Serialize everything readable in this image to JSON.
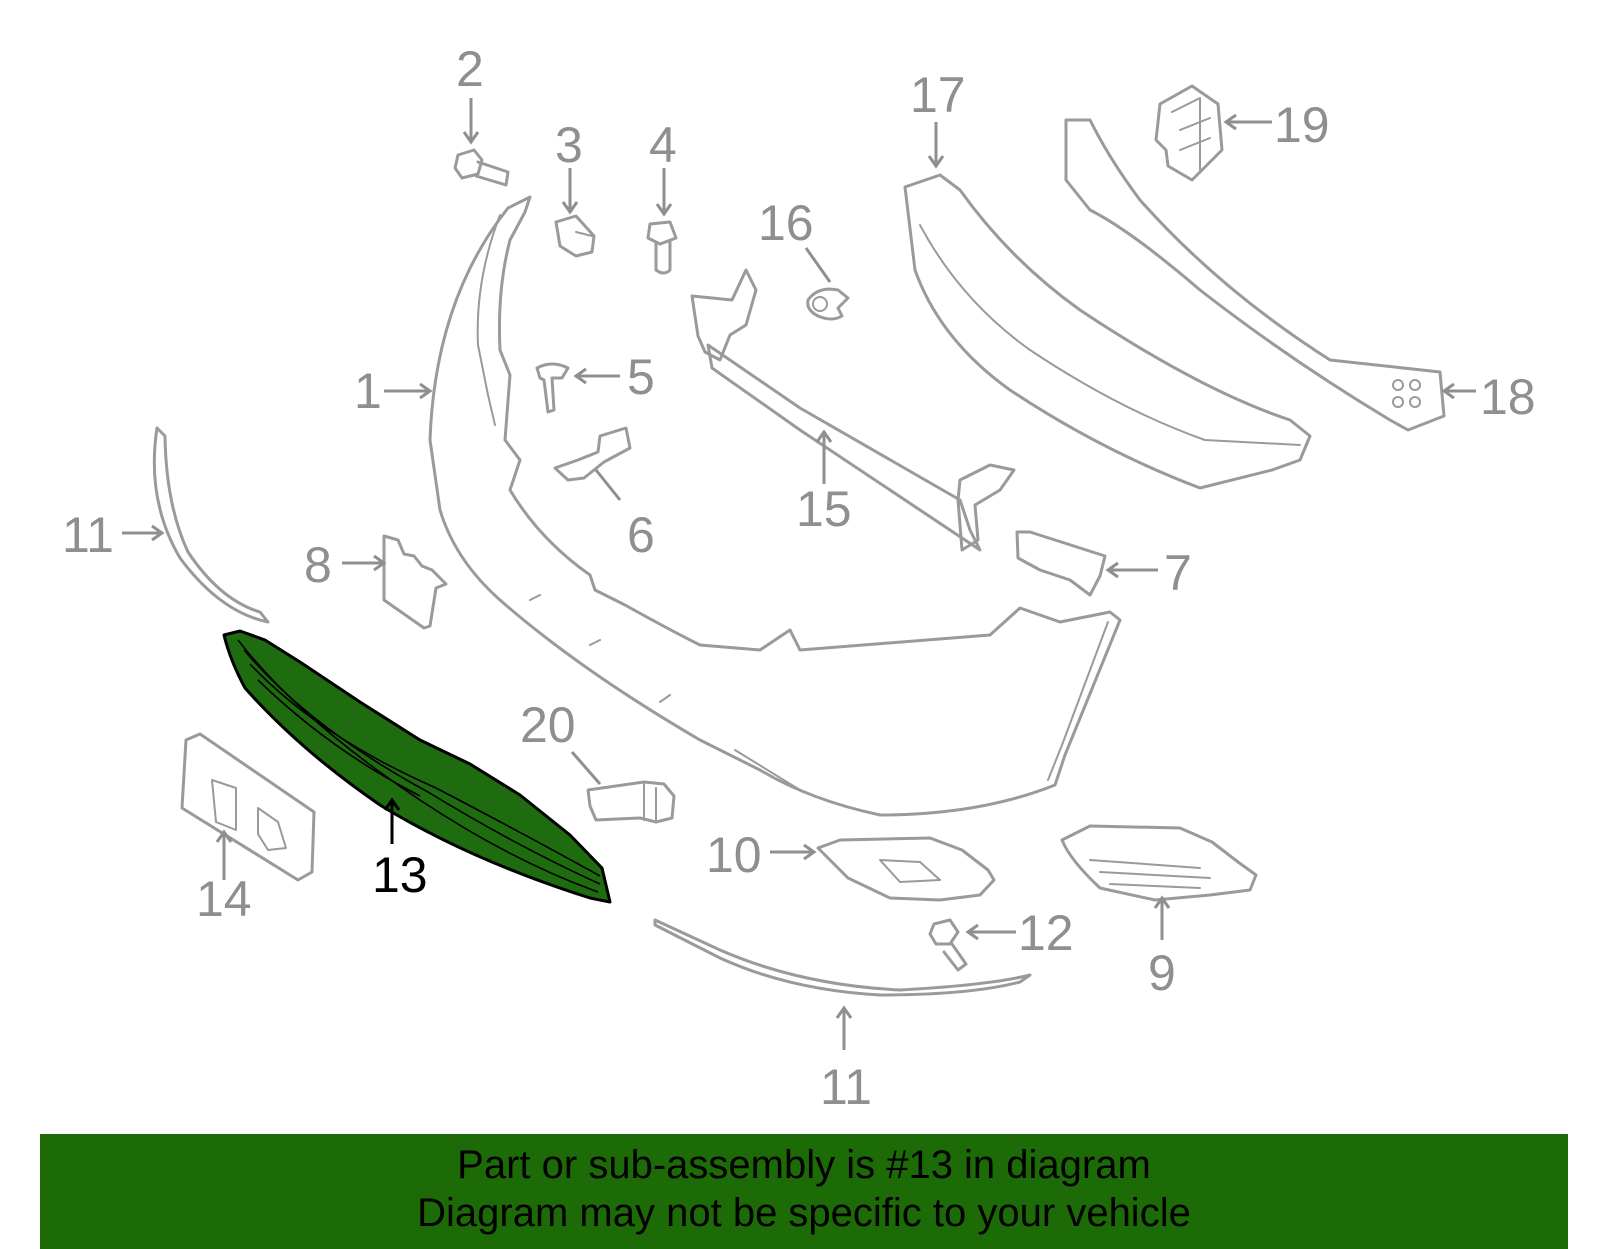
{
  "callouts": [
    {
      "id": "1",
      "label": "1"
    },
    {
      "id": "2",
      "label": "2"
    },
    {
      "id": "3",
      "label": "3"
    },
    {
      "id": "4",
      "label": "4"
    },
    {
      "id": "5",
      "label": "5"
    },
    {
      "id": "6",
      "label": "6"
    },
    {
      "id": "7",
      "label": "7"
    },
    {
      "id": "8",
      "label": "8"
    },
    {
      "id": "9",
      "label": "9"
    },
    {
      "id": "10",
      "label": "10"
    },
    {
      "id": "11a",
      "label": "11"
    },
    {
      "id": "11b",
      "label": "11"
    },
    {
      "id": "12",
      "label": "12"
    },
    {
      "id": "13",
      "label": "13"
    },
    {
      "id": "14",
      "label": "14"
    },
    {
      "id": "15",
      "label": "15"
    },
    {
      "id": "16",
      "label": "16"
    },
    {
      "id": "17",
      "label": "17"
    },
    {
      "id": "18",
      "label": "18"
    },
    {
      "id": "19",
      "label": "19"
    },
    {
      "id": "20",
      "label": "20"
    }
  ],
  "highlighted_part": "13",
  "colors": {
    "highlight_fill": "#1f6b0f",
    "banner_background": "#1d6b06",
    "part_outline": "#9a9a9a"
  },
  "banner": {
    "line1": "Part or sub-assembly is #13 in diagram",
    "line2": "Diagram may not be specific to your vehicle"
  }
}
